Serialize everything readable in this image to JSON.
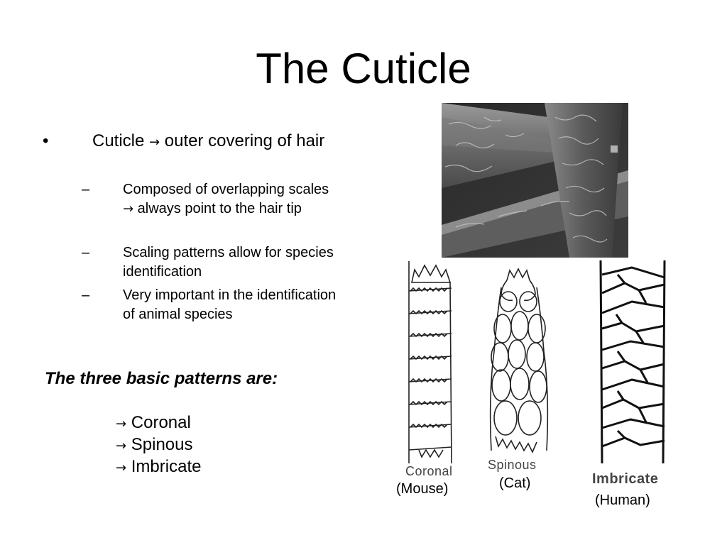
{
  "slide": {
    "title": "The Cuticle",
    "bullet": {
      "marker": "•",
      "text_prefix": "Cuticle ",
      "arrow": "→",
      "text_suffix": " outer covering of hair"
    },
    "sub_bullets": [
      {
        "marker": "–",
        "prefix": "Composed of overlapping scales ",
        "arrow": "→",
        "suffix": " always point to the hair tip"
      },
      {
        "marker": "–",
        "prefix": "Scaling patterns allow for species identification",
        "arrow": "",
        "suffix": ""
      },
      {
        "marker": "–",
        "prefix": "Very important in the identification of animal species",
        "arrow": "",
        "suffix": ""
      }
    ],
    "patterns_heading": "The three basic patterns are:",
    "patterns": [
      {
        "arrow": "→",
        "label": "Coronal"
      },
      {
        "arrow": "→",
        "label": "Spinous"
      },
      {
        "arrow": "→",
        "label": "Imbricate"
      }
    ],
    "drawings": [
      {
        "label": "Coronal",
        "caption": "(Mouse)"
      },
      {
        "label": "Spinous",
        "caption": "(Cat)"
      },
      {
        "label": "Imbricate",
        "caption": "(Human)"
      }
    ]
  }
}
